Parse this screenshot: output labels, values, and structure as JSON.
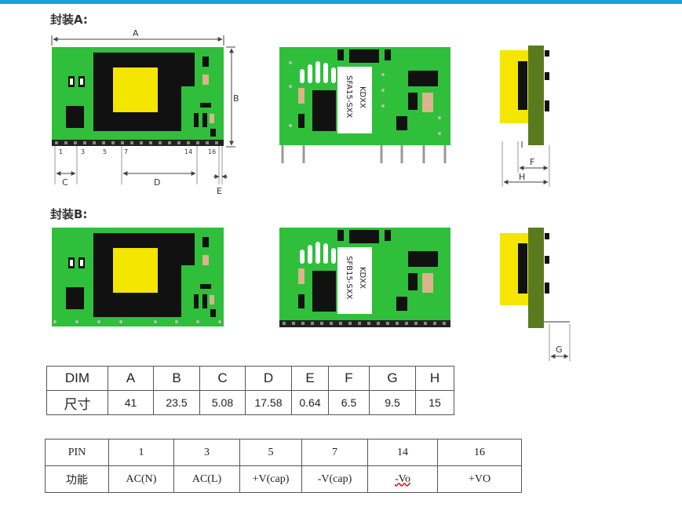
{
  "package_a": {
    "label": "封装A:",
    "silk_line1": "KDXX",
    "silk_line2": "SFA15-SXX"
  },
  "package_b": {
    "label": "封装B:",
    "silk_line1": "KDXX",
    "silk_line2": "SFB15-SXX"
  },
  "dimension_letters": {
    "A": "A",
    "B": "B",
    "C": "C",
    "D": "D",
    "E": "E",
    "F": "F",
    "G": "G",
    "H": "H"
  },
  "pin_numbers": [
    "1",
    "3",
    "5",
    "7",
    "14",
    "16"
  ],
  "dim_table": {
    "header": [
      "DIM",
      "A",
      "B",
      "C",
      "D",
      "E",
      "F",
      "G",
      "H"
    ],
    "values": [
      "尺寸",
      "41",
      "23.5",
      "5.08",
      "17.58",
      "0.64",
      "6.5",
      "9.5",
      "15"
    ]
  },
  "pin_table": {
    "header": [
      "PIN",
      "1",
      "3",
      "5",
      "7",
      "14",
      "16"
    ],
    "values": [
      "功能",
      "AC(N)",
      "AC(L)",
      "+V(cap)",
      "-V(cap)",
      "-Vo",
      "+VO"
    ]
  },
  "colors": {
    "pcb_green": "#2fbf3a",
    "transformer_black": "#111111",
    "core_yellow": "#f5e600",
    "accent_blue": "#1a9fe0",
    "side_olive": "#5a7a1e"
  }
}
